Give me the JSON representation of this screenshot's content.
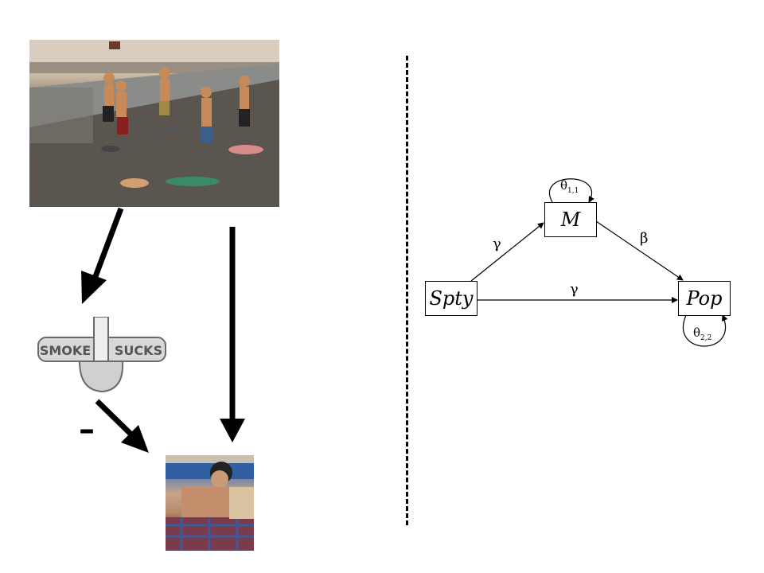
{
  "left_panel": {
    "minus_sign": "–",
    "logo_text": "SMOKE SUCKS"
  },
  "path_model": {
    "nodes": {
      "mediator": "M",
      "predictor": "Spty",
      "outcome": "Pop"
    },
    "paths": {
      "spty_to_m": "γ",
      "m_to_pop": "β",
      "spty_to_pop": "γ"
    },
    "variances": {
      "m_base": "θ",
      "m_sub": "1,1",
      "pop_base": "θ",
      "pop_sub": "2,2"
    }
  }
}
